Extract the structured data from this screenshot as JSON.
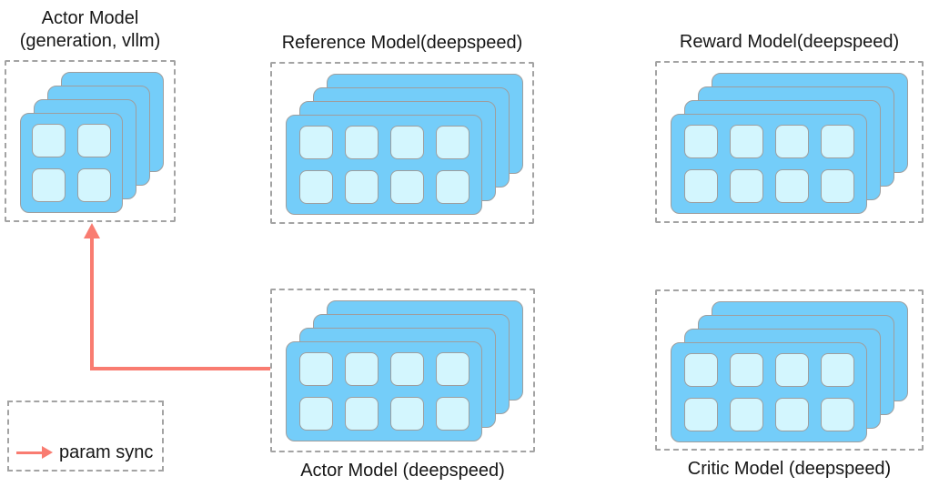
{
  "colors": {
    "card-blue": "#74CDF9",
    "chip-cyan": "#D3F6FE",
    "stroke-gray": "#9E9E9E",
    "dash-gray": "#A3A3A3",
    "arrow-salmon": "#F97C71"
  },
  "diagram": {
    "groups": [
      {
        "id": "actor-vllm",
        "title": "Actor Model\n(generation, vllm)",
        "label_position": "above",
        "stack_count": 4,
        "grid_rows": 2,
        "grid_cols": 2
      },
      {
        "id": "reference",
        "title": "Reference Model(deepspeed)",
        "label_position": "above",
        "stack_count": 4,
        "grid_rows": 2,
        "grid_cols": 4
      },
      {
        "id": "reward",
        "title": "Reward Model(deepspeed)",
        "label_position": "above",
        "stack_count": 4,
        "grid_rows": 2,
        "grid_cols": 4
      },
      {
        "id": "actor-ds",
        "title": "Actor Model (deepspeed)",
        "label_position": "below",
        "stack_count": 4,
        "grid_rows": 2,
        "grid_cols": 4
      },
      {
        "id": "critic",
        "title": "Critic Model (deepspeed)",
        "label_position": "below",
        "stack_count": 4,
        "grid_rows": 2,
        "grid_cols": 4
      }
    ],
    "arrow": {
      "name": "param-sync-arrow",
      "from": "actor-ds",
      "to": "actor-vllm"
    },
    "legend": {
      "label": "param sync"
    }
  }
}
